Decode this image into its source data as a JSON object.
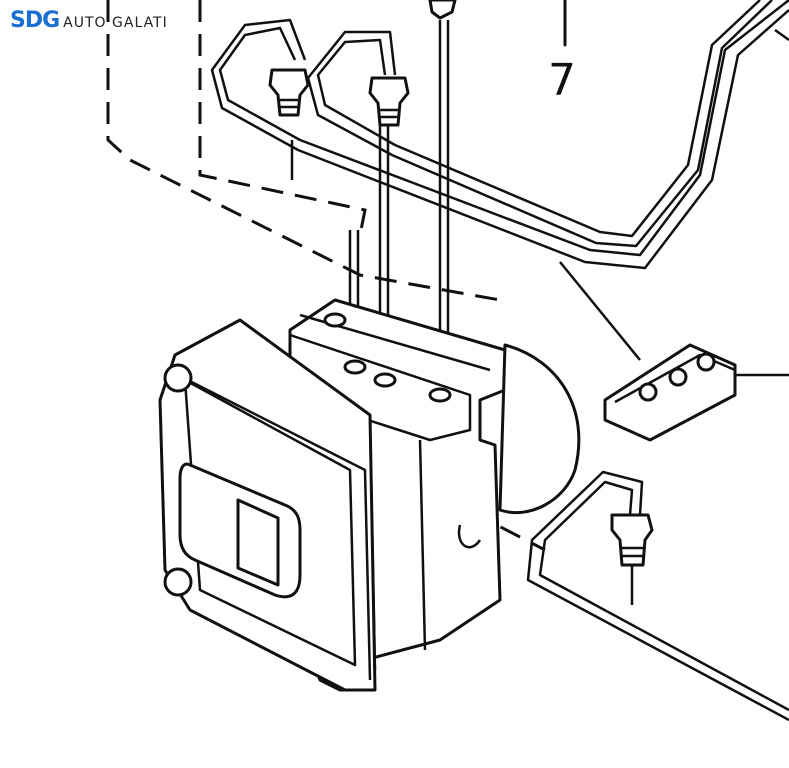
{
  "logo": {
    "mark": "SDG",
    "text": "AUTO GALATI"
  },
  "callouts": {
    "seven": "7"
  },
  "colors": {
    "brand": "#1a6fd1",
    "ink": "#111111",
    "background": "#ffffff"
  }
}
